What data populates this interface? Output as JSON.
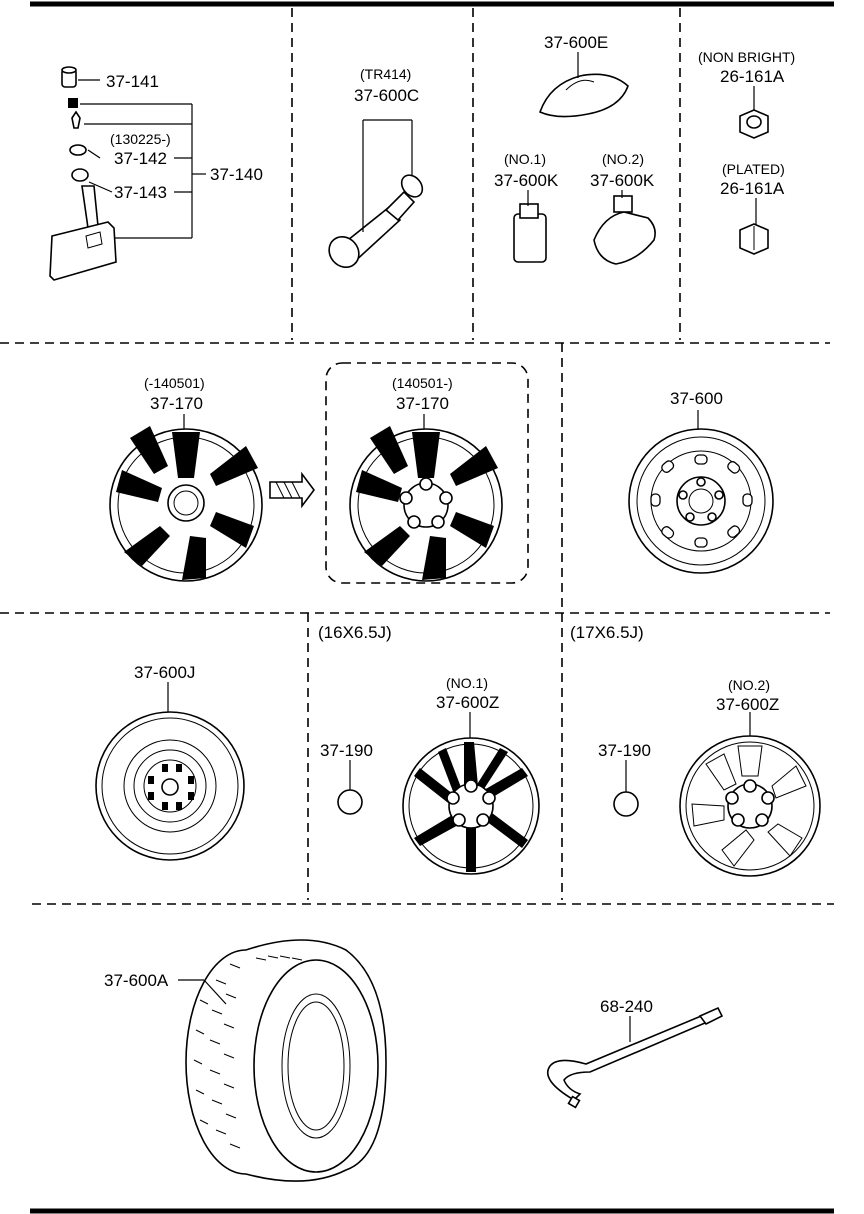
{
  "labels": {
    "p37_141": "37-141",
    "p37_142_note": "(130225-)",
    "p37_142": "37-142",
    "p37_143": "37-143",
    "p37_140": "37-140",
    "p37_600c_note": "(TR414)",
    "p37_600c": "37-600C",
    "p37_600e": "37-600E",
    "p37_600k1_note": "(NO.1)",
    "p37_600k1": "37-600K",
    "p37_600k2_note": "(NO.2)",
    "p37_600k2": "37-600K",
    "nut1_note": "(NON BRIGHT)",
    "nut1": "26-161A",
    "nut2_note": "(PLATED)",
    "nut2": "26-161A",
    "wheel_old_note": "(-140501)",
    "wheel_old": "37-170",
    "wheel_new_note": "(140501-)",
    "wheel_new": "37-170",
    "steel_wheel": "37-600",
    "spare": "37-600J",
    "size16": "(16X6.5J)",
    "cap16": "37-190",
    "alloy16_note": "(NO.1)",
    "alloy16": "37-600Z",
    "size17": "(17X6.5J)",
    "cap17": "37-190",
    "alloy17_note": "(NO.2)",
    "alloy17": "37-600Z",
    "tire": "37-600A",
    "tool": "68-240"
  }
}
